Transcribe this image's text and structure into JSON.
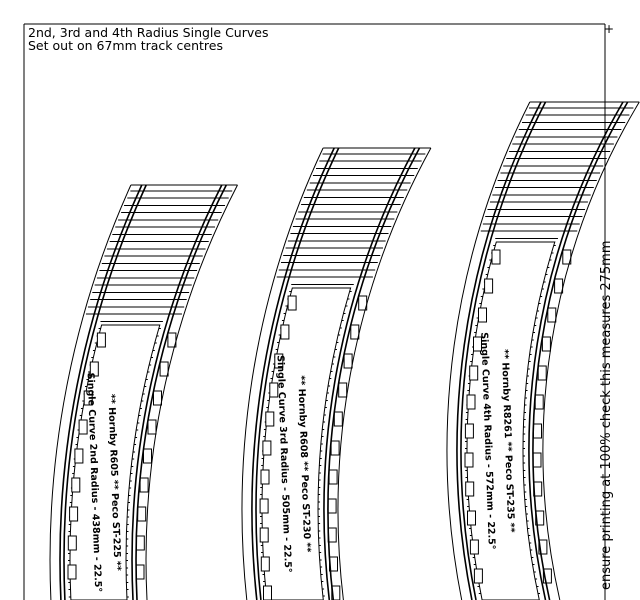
{
  "title": {
    "line1": "2nd, 3rd and 4th Radius Single Curves",
    "line2": "Set out on 67mm track centres"
  },
  "side_note": "ensure printing at 100% check this measures 275mm",
  "corner_mark": "+",
  "templates": [
    {
      "id": "r2",
      "label_main": "Single Curve 2nd Radius - 438mm - 22.5°",
      "label_sub": "** Hornby R605 ** Peco ST-225 **"
    },
    {
      "id": "r3",
      "label_main": "Single Curve 3rd Radius - 505mm - 22.5°",
      "label_sub": "** Hornby R608 ** Peco ST-230 **"
    },
    {
      "id": "r4",
      "label_main": "Single Curve 4th Radius - 572mm - 22.5°",
      "label_sub": "** Hornby R8261 ** Peco ST-235 **"
    }
  ]
}
